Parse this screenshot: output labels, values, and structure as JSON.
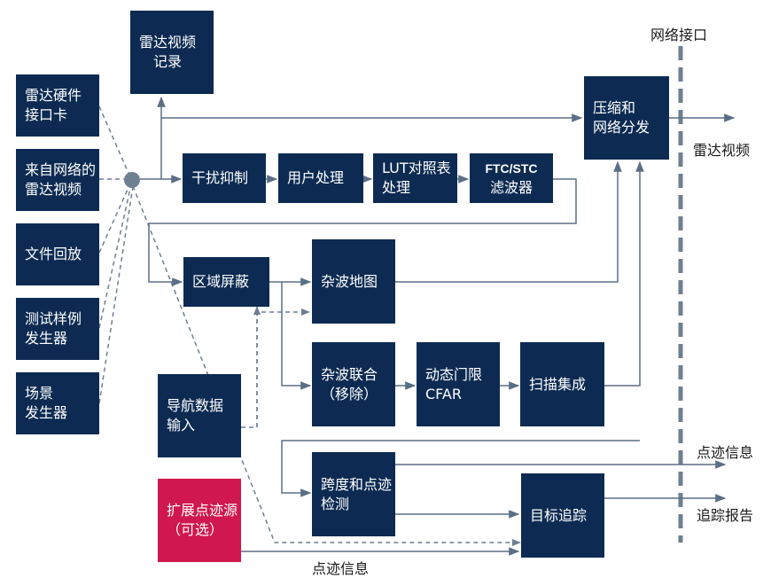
{
  "network_interface_label": "网络接口",
  "boxes": {
    "radar_hw_card": [
      "雷达硬件",
      "接口卡"
    ],
    "net_radar_video": [
      "来自网络的",
      "雷达视频"
    ],
    "file_playback": [
      "文件回放"
    ],
    "test_pattern": [
      "测试样例",
      "发生器"
    ],
    "scene_generator": [
      "场景",
      "发生器"
    ],
    "radar_video_record": [
      "雷达视频",
      "记录"
    ],
    "compress_distribute": [
      "压缩和",
      "网络分发"
    ],
    "interference_suppress": [
      "干扰抑制"
    ],
    "user_processing": [
      "用户处理"
    ],
    "lut_processing": [
      "LUT对照表",
      "处理"
    ],
    "ftc_stc_filter": [
      "FTC/STC",
      "滤波器"
    ],
    "zone_masking": [
      "区域屏蔽"
    ],
    "clutter_map": [
      "杂波地图"
    ],
    "clutter_removal": [
      "杂波联合",
      "（移除）"
    ],
    "cfar": [
      "动态门限",
      "CFAR"
    ],
    "scan_integration": [
      "扫描集成"
    ],
    "nav_data_input": [
      "导航数据",
      "输入"
    ],
    "extended_plot_source": [
      "扩展点迹源",
      "（可选）"
    ],
    "span_plot_detect": [
      "跨度和点迹",
      "检测"
    ],
    "target_tracking": [
      "目标追踪"
    ]
  },
  "outputs": {
    "radar_video": "雷达视频",
    "plot_info": "点迹信息",
    "track_report": "追踪报告"
  },
  "bottom_label": "点迹信息",
  "colors": {
    "box_fill": "#0d2b52",
    "optional_fill": "#d0174f",
    "line": "#5a6f86",
    "dashed": "#6f7f92"
  }
}
